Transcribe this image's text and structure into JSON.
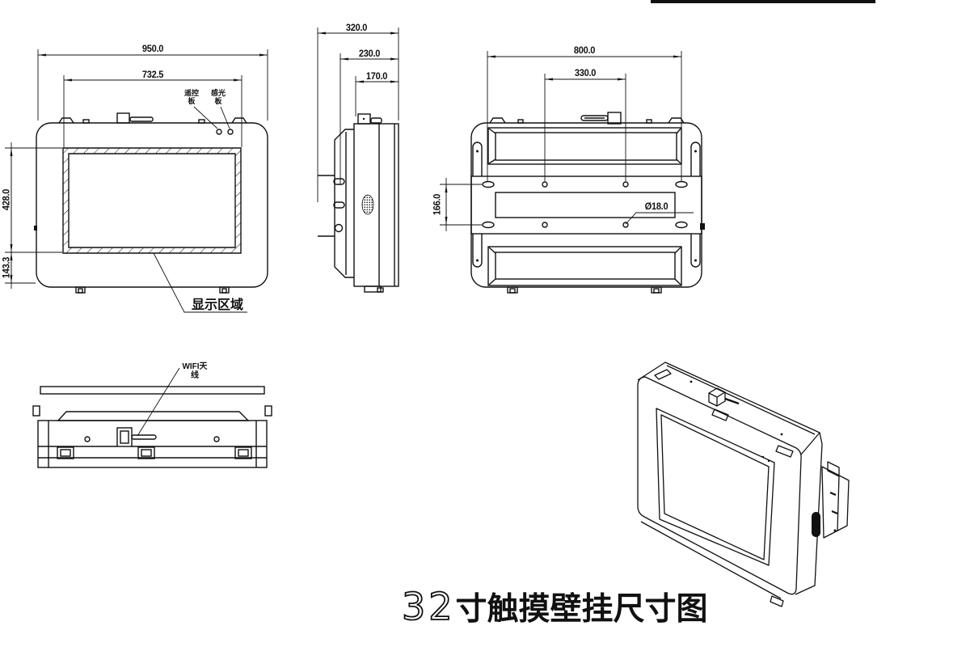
{
  "title": {
    "number": "32",
    "text": "寸触摸壁挂尺寸图"
  },
  "front_view": {
    "dim_overall_width": "950.0",
    "dim_display_width": "732.5",
    "dim_display_height": "428.0",
    "dim_bottom_offset": "143.3",
    "label_remote_board": "遥控\n板",
    "label_light_sensor": "感光\n板",
    "label_display_area": "显示区域"
  },
  "side_view": {
    "dim_total_depth": "320.0",
    "dim_body_depth": "230.0",
    "dim_front_depth": "170.0"
  },
  "back_view": {
    "dim_mount_width": "800.0",
    "dim_hole_span_width": "330.0",
    "dim_hole_span_height": "166.0",
    "dim_hole_diameter": "Ø18.0"
  },
  "top_view": {
    "label_wifi_antenna": "WIFI天\n线"
  },
  "colors": {
    "line": "#111111",
    "background": "#ffffff"
  }
}
